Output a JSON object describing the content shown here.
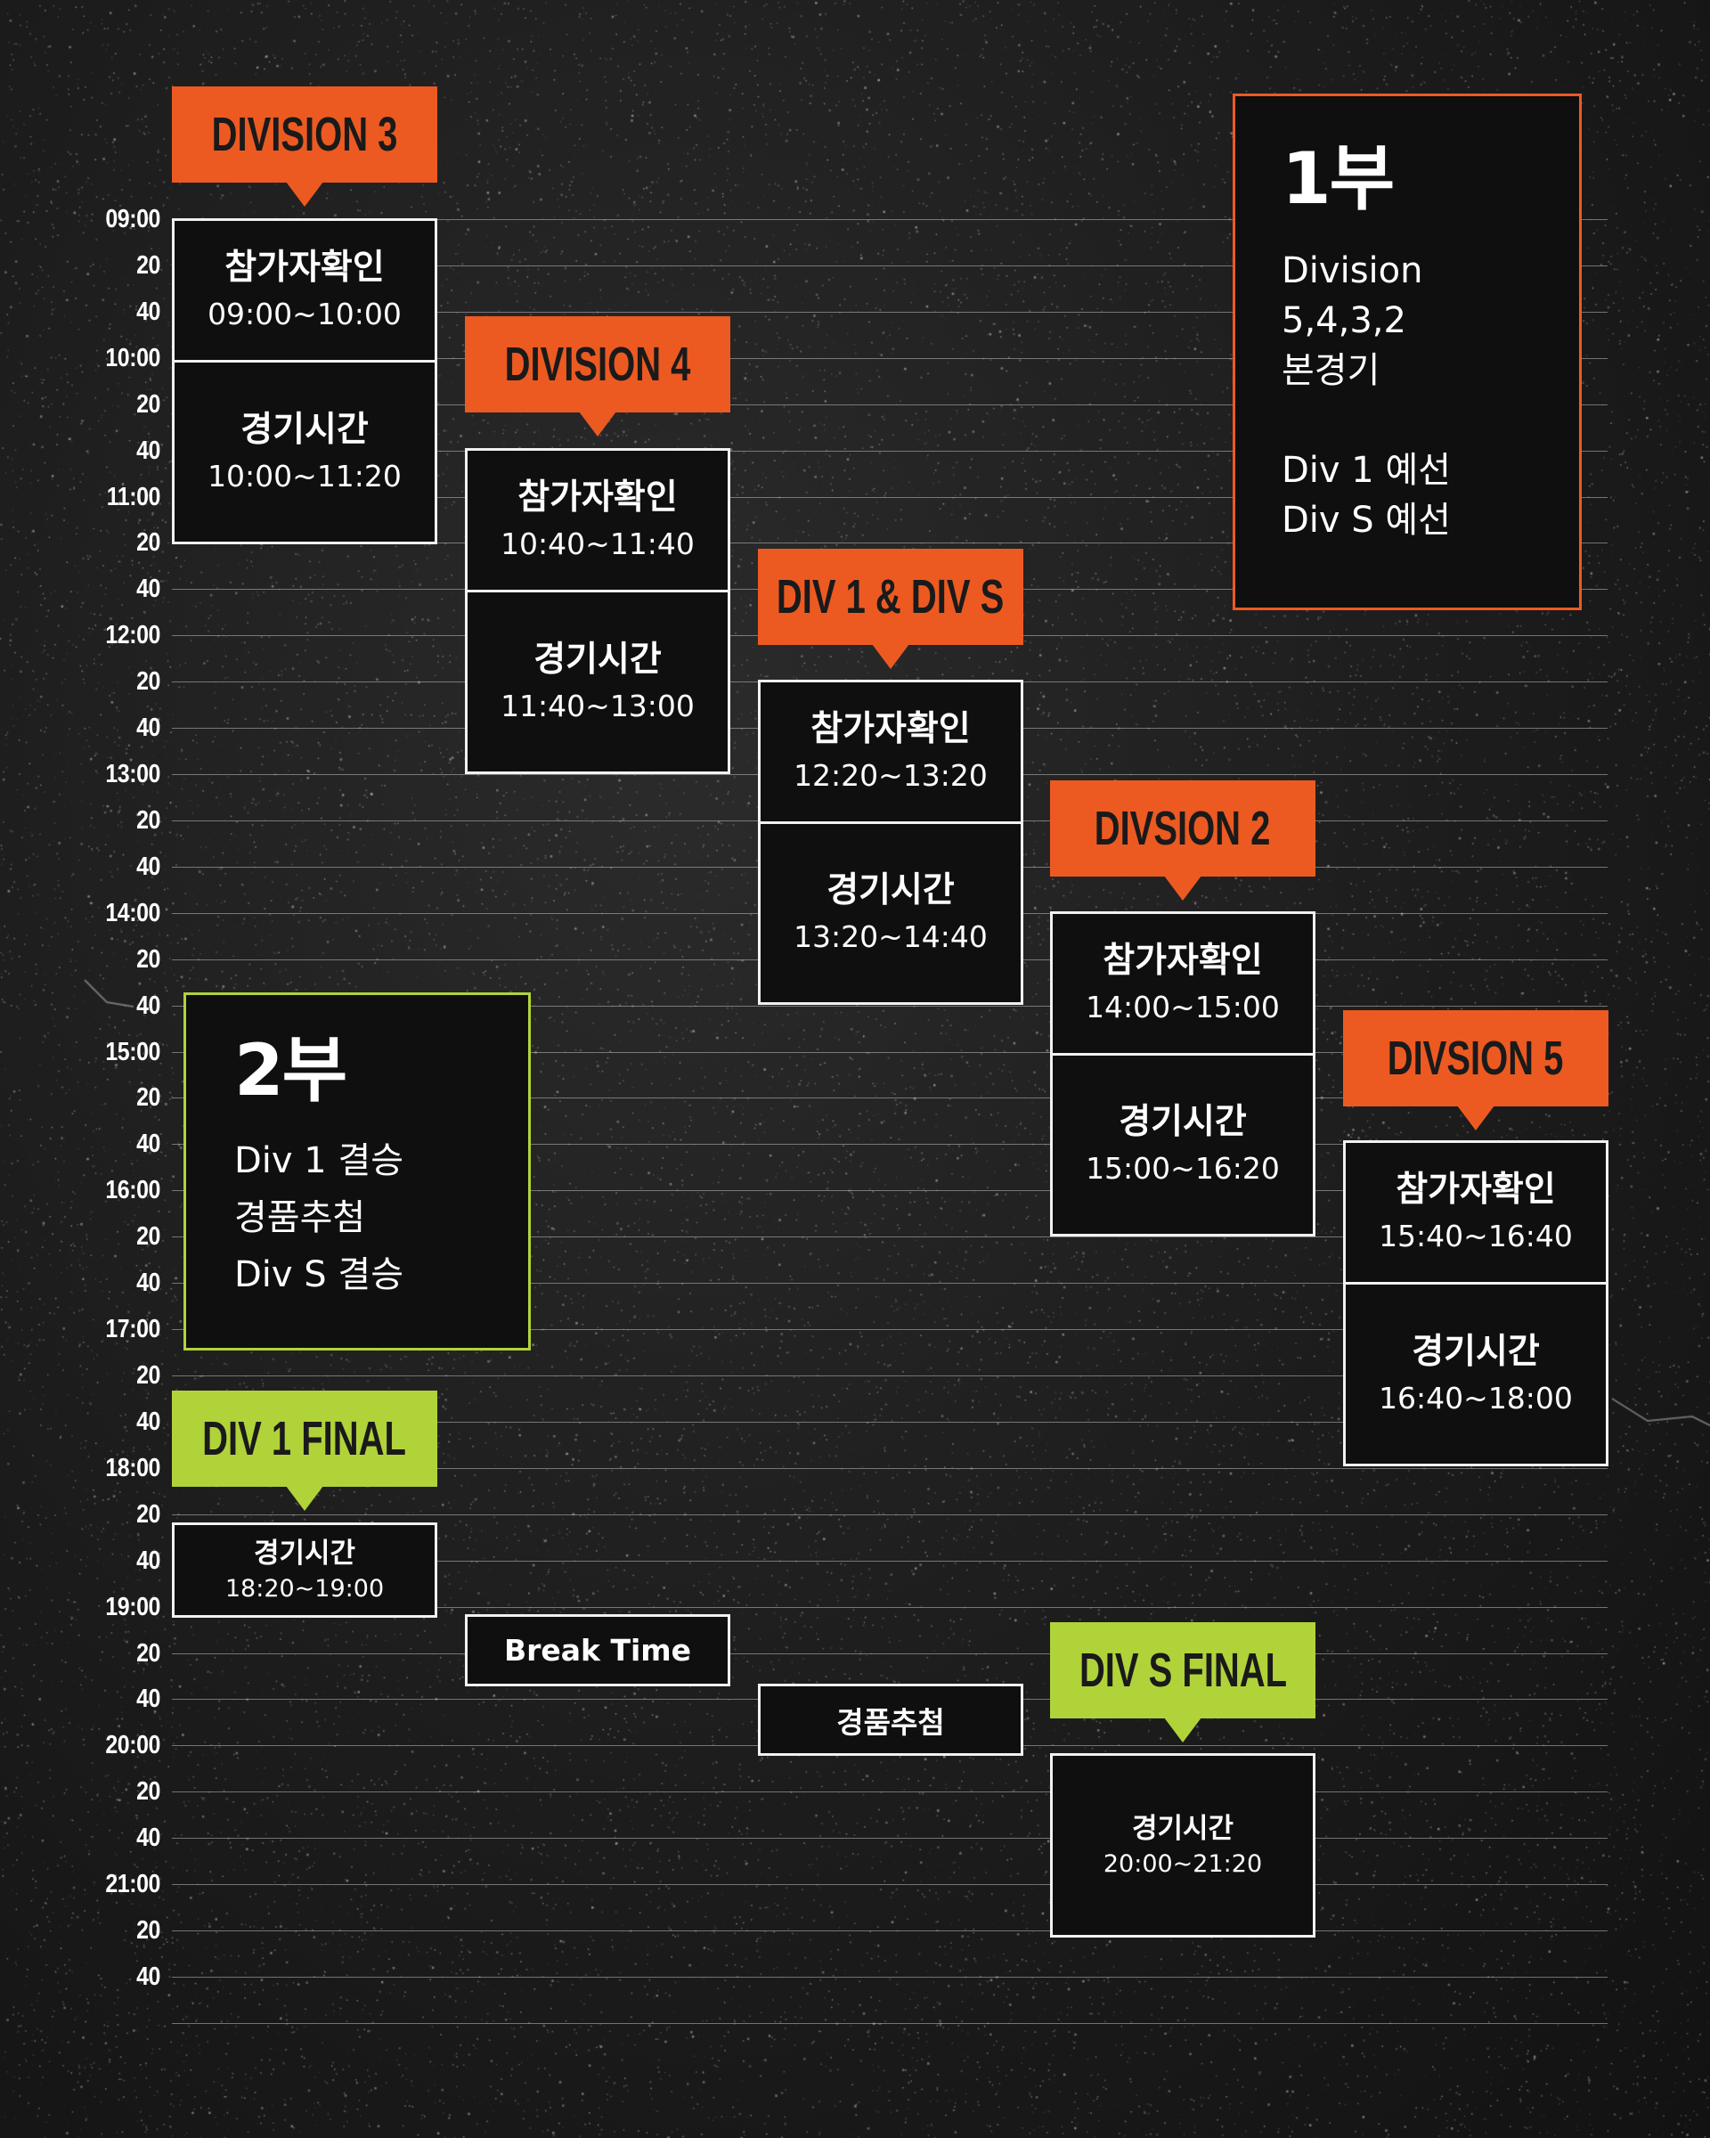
{
  "time_axis": [
    "09:00",
    "20",
    "40",
    "10:00",
    "20",
    "40",
    "11:00",
    "20",
    "40",
    "12:00",
    "20",
    "40",
    "13:00",
    "20",
    "40",
    "14:00",
    "20",
    "40",
    "15:00",
    "20",
    "40",
    "16:00",
    "20",
    "40",
    "17:00",
    "20",
    "40",
    "18:00",
    "20",
    "40",
    "19:00",
    "20",
    "40",
    "20:00",
    "20",
    "40",
    "21:00",
    "20",
    "40"
  ],
  "colors": {
    "accent_orange": "#ec5a22",
    "accent_green": "#b1d33a",
    "box_fill": "#0f0f0f",
    "box_border": "#f1f1f1"
  },
  "part1": {
    "title": "1부",
    "lines": [
      "Division",
      "5,4,3,2",
      "본경기",
      "",
      "Div 1 예선",
      "Div S 예선"
    ]
  },
  "part2": {
    "title": "2부",
    "lines": [
      "Div 1 결승",
      "경품추첨",
      "Div S 결승"
    ]
  },
  "divisions": [
    {
      "tag": "DIVISION 3",
      "checkin_label": "참가자확인",
      "checkin_time": "09:00~10:00",
      "game_label": "경기시간",
      "game_time": "10:00~11:20"
    },
    {
      "tag": "DIVISION 4",
      "checkin_label": "참가자확인",
      "checkin_time": "10:40~11:40",
      "game_label": "경기시간",
      "game_time": "11:40~13:00"
    },
    {
      "tag": "DIV 1 & DIV S",
      "checkin_label": "참가자확인",
      "checkin_time": "12:20~13:20",
      "game_label": "경기시간",
      "game_time": "13:20~14:40"
    },
    {
      "tag": "DIVSION 2",
      "checkin_label": "참가자확인",
      "checkin_time": "14:00~15:00",
      "game_label": "경기시간",
      "game_time": "15:00~16:20"
    },
    {
      "tag": "DIVSION 5",
      "checkin_label": "참가자확인",
      "checkin_time": "15:40~16:40",
      "game_label": "경기시간",
      "game_time": "16:40~18:00"
    }
  ],
  "finals": [
    {
      "tag": "DIV 1 FINAL",
      "game_label": "경기시간",
      "game_time": "18:20~19:00"
    },
    {
      "tag": "DIV S FINAL",
      "game_label": "경기시간",
      "game_time": "20:00~21:20"
    }
  ],
  "break_time": "Break Time",
  "prize_draw": "경품추첨"
}
